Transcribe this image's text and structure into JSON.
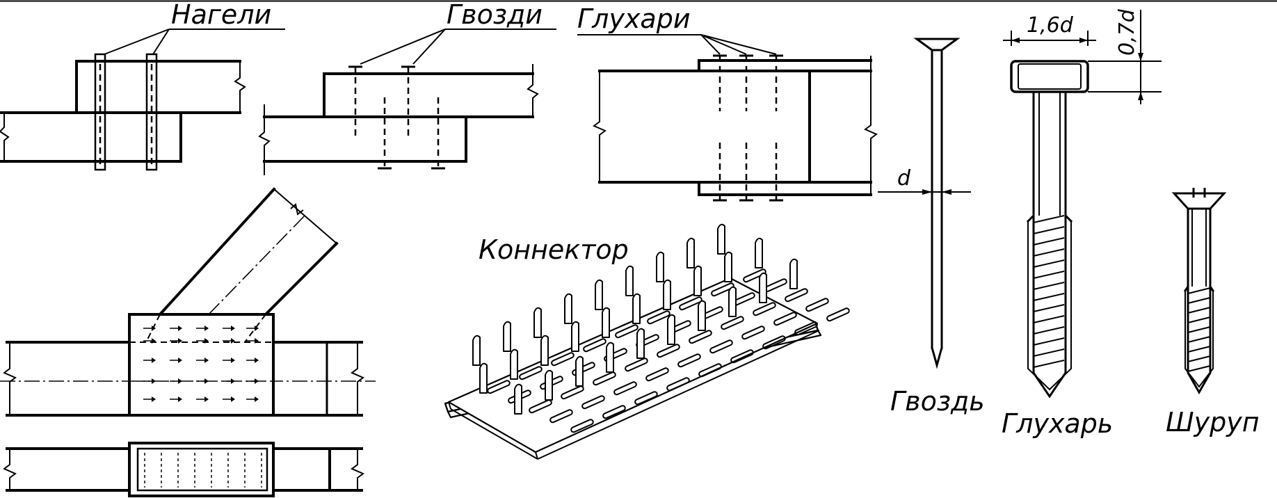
{
  "labels": {
    "dowels": "Нагели",
    "nails": "Гвозди",
    "lag_screws": "Глухари",
    "connector": "Коннектор",
    "nail": "Гвоздь",
    "lag_screw": "Глухарь",
    "wood_screw": "Шуруп"
  },
  "dimensions": {
    "head_width": "1,6d",
    "head_height": "0,7d",
    "diameter": "d"
  }
}
